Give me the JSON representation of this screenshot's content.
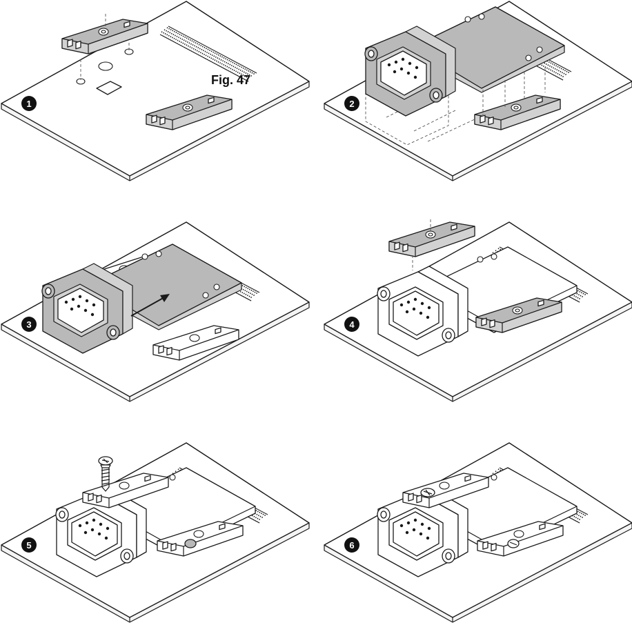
{
  "figure_label": "Fig. 47",
  "steps": [
    {
      "number": "1"
    },
    {
      "number": "2"
    },
    {
      "number": "3"
    },
    {
      "number": "4"
    },
    {
      "number": "5"
    },
    {
      "number": "6"
    }
  ],
  "colors": {
    "part_grey": "#b9b9b9",
    "line": "#1a1a1a",
    "badge": "#111111"
  }
}
